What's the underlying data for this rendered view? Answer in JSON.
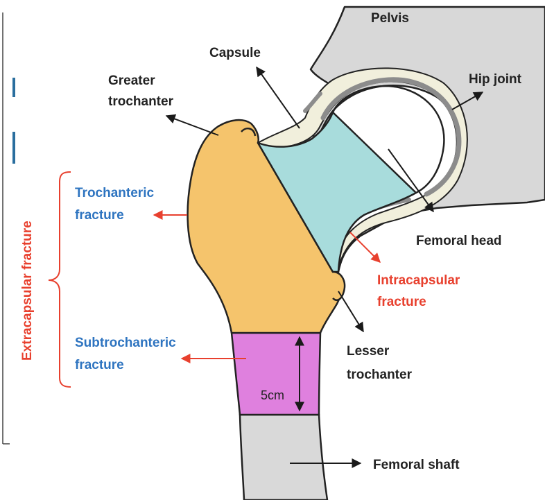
{
  "labels": {
    "pelvis": "Pelvis",
    "capsule": "Capsule",
    "hip_joint": "Hip joint",
    "greater_trochanter": [
      "Greater",
      "trochanter"
    ],
    "trochanteric_fracture": [
      "Trochanteric",
      "fracture"
    ],
    "femoral_head": "Femoral head",
    "intracapsular_fracture": [
      "Intracapsular",
      "fracture"
    ],
    "subtrochanteric_fracture": [
      "Subtrochanteric",
      "fracture"
    ],
    "lesser_trochanter": [
      "Lesser",
      "trochanter"
    ],
    "extracapsular_fracture": "Extracapsular fracture",
    "measurement": "5cm",
    "femoral_shaft": "Femoral shaft"
  },
  "colors": {
    "pelvis": "#d8d8d8",
    "capsule": "#f1efdc",
    "cartilage": "#8c8c8c",
    "trochanteric_region": "#f5c46c",
    "intracapsular_region": "#a8dcdc",
    "subtrochanteric_region": "#df80de",
    "femoral_shaft": "#d9d9d9",
    "blue_text": "#2e74c0",
    "red_text": "#e8402e"
  }
}
